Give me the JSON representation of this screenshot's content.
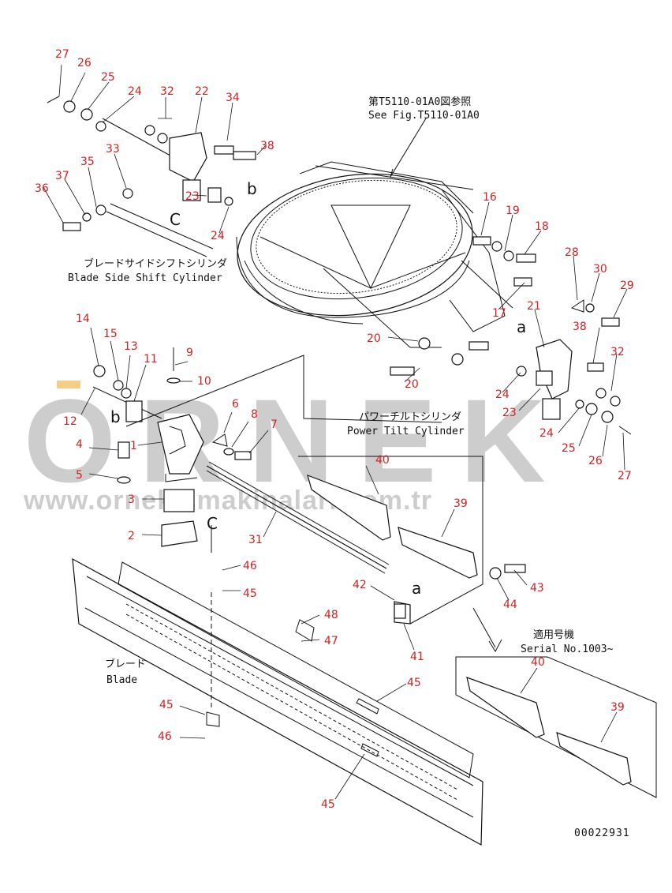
{
  "title": "",
  "drawing_number": "00022931",
  "captions": {
    "ref_jp": "第T5110-01A0図参照",
    "ref_en": "See Fig.T5110-01A0",
    "side_shift_jp": "ブレードサイドシフトシリンダ",
    "side_shift_en": "Blade Side Shift Cylinder",
    "power_tilt_jp": "パワーチルトシリンダ",
    "power_tilt_en": "Power Tilt Cylinder",
    "blade_jp": "ブレード",
    "blade_en": "Blade",
    "serial_jp": "適用号機",
    "serial_en": "Serial No.1003~"
  },
  "view_letters": [
    "b",
    "C",
    "a",
    "b",
    "C",
    "a"
  ],
  "watermark": {
    "brand": "ORNEK",
    "url": "www.ornekismakinalari.com.tr"
  },
  "callouts": [
    "27",
    "26",
    "25",
    "24",
    "32",
    "22",
    "34",
    "38",
    "33",
    "35",
    "37",
    "36",
    "23",
    "24",
    "16",
    "19",
    "18",
    "28",
    "30",
    "29",
    "21",
    "38",
    "32",
    "17",
    "20",
    "20",
    "24",
    "23",
    "24",
    "25",
    "26",
    "27",
    "14",
    "15",
    "13",
    "11",
    "9",
    "10",
    "12",
    "4",
    "5",
    "6",
    "8",
    "7",
    "1",
    "3",
    "2",
    "31",
    "40",
    "39",
    "42",
    "41",
    "43",
    "44",
    "46",
    "45",
    "48",
    "47",
    "45",
    "45",
    "46",
    "45",
    "40",
    "39"
  ],
  "colors": {
    "callout": "#d42020",
    "line": "#111111",
    "watermark": "#bdbdbd",
    "watermark_accent": "#f2c06a"
  }
}
